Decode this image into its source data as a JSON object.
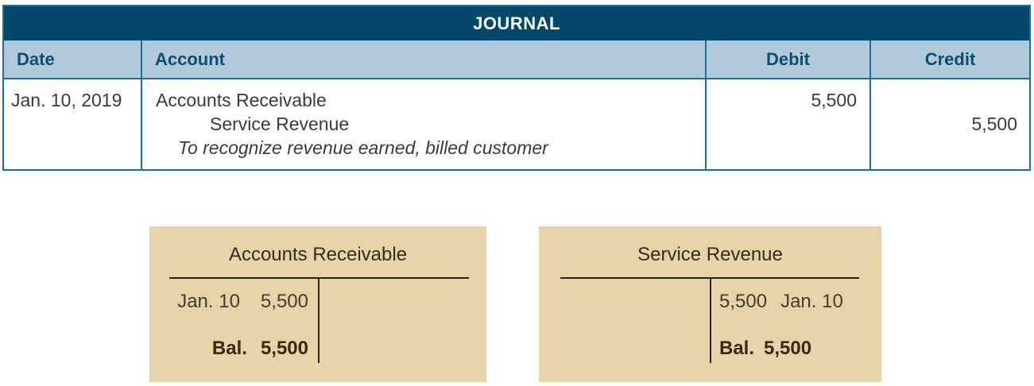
{
  "journal": {
    "title": "JOURNAL",
    "columns": {
      "date": "Date",
      "account": "Account",
      "debit": "Debit",
      "credit": "Credit"
    },
    "entry": {
      "date": "Jan. 10, 2019",
      "debit_account": "Accounts Receivable",
      "credit_account": "Service Revenue",
      "memo": "To recognize revenue earned, billed customer",
      "debit_amount": "5,500",
      "credit_amount": "5,500"
    }
  },
  "t_accounts": [
    {
      "title": "Accounts Receivable",
      "side": "debit",
      "entry": {
        "date": "Jan. 10",
        "amount": "5,500"
      },
      "balance": {
        "label": "Bal.",
        "amount": "5,500"
      }
    },
    {
      "title": "Service Revenue",
      "side": "credit",
      "entry": {
        "date": "Jan. 10",
        "amount": "5,500"
      },
      "balance": {
        "label": "Bal.",
        "amount": "5,500"
      }
    }
  ],
  "colors": {
    "title_bar_bg": "#03486b",
    "title_bar_text": "#ffffff",
    "header_row_bg": "#b2c9dc",
    "header_text": "#0d4d70",
    "table_border": "#1a6fa0",
    "body_text": "#3a3a3a",
    "t_account_bg": "#e7d3a9",
    "t_account_text": "#342c1d",
    "t_account_rule": "#2a2318"
  }
}
